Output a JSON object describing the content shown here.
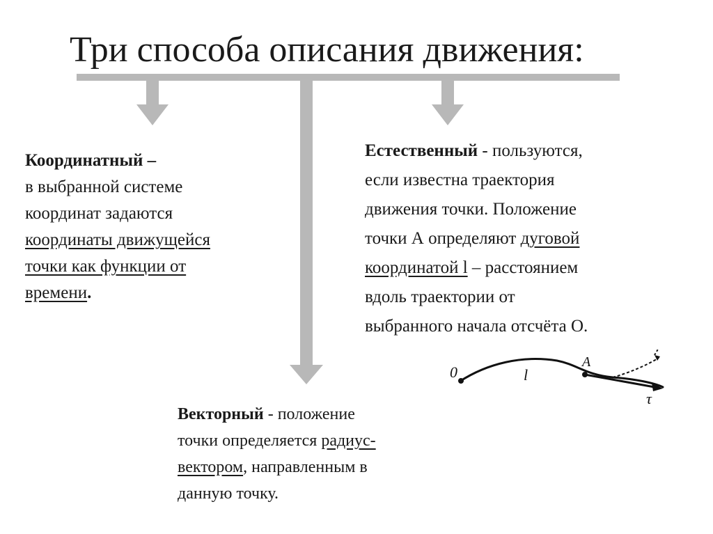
{
  "title": "Три способа описания движения:",
  "coordinate": {
    "name": "Координатный",
    "dash": " –",
    "line1": "в выбранной системе",
    "line2": "координат задаются",
    "underlined1": "координаты движущейся",
    "underlined2": "точки как функции от",
    "underlined3": "времени",
    "end": "."
  },
  "natural": {
    "name": "Естественный",
    "rest1": " - пользуются,",
    "line2": "если известна траектория",
    "line3": "движения точки. Положение",
    "line4_pre": "точки А определяют ",
    "line4_u": "дуговой",
    "line5_u": "координатой l",
    "line5_post": " – расстоянием",
    "line6": "вдоль траектории от",
    "line7": "выбранного начала отсчёта О."
  },
  "vector": {
    "name": "Векторный",
    "rest1": " -  положение",
    "line2_pre": "точки определяется ",
    "line2_u": "радиус-",
    "line3_u": "вектором",
    "line3_post": ", направленным в",
    "line4": "данную точку."
  },
  "sketch": {
    "label_origin": "0",
    "label_arc": "l",
    "label_point": "A",
    "label_tangent": "τ"
  },
  "colors": {
    "connector": "#b8b8b8",
    "text": "#1a1a1a"
  }
}
